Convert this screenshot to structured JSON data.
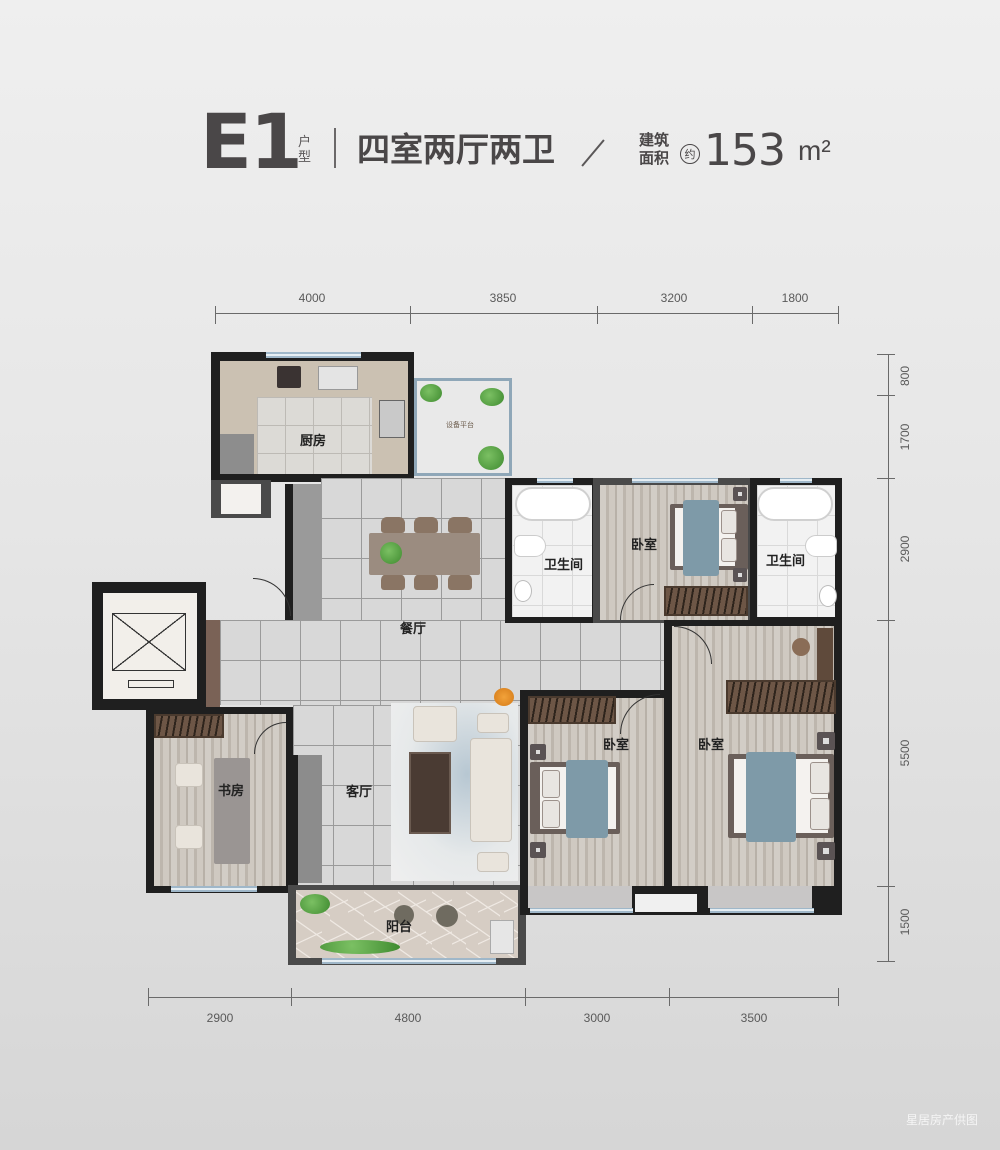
{
  "header": {
    "model": "E1",
    "model_suffix": "户型",
    "layout": "四室两厅两卫",
    "area_label": "建筑面积",
    "approx": "约",
    "area_value": "153",
    "area_unit": "m²"
  },
  "dimensions": {
    "top": [
      "4000",
      "3850",
      "3200",
      "1800"
    ],
    "bottom": [
      "2900",
      "4800",
      "3000",
      "3500"
    ],
    "right": [
      "800",
      "1700",
      "2900",
      "5500",
      "1500"
    ]
  },
  "rooms": {
    "kitchen": "厨房",
    "equipment_platform": "设备平台",
    "dining": "餐厅",
    "living": "客厅",
    "study": "书房",
    "balcony": "阳台",
    "bathroom_1": "卫生间",
    "bathroom_2": "卫生间",
    "bedroom_north": "卧室",
    "bedroom_south_1": "卧室",
    "bedroom_south_2": "卧室"
  },
  "watermark": "星居房产供图",
  "colors": {
    "text_dark": "#4a4748",
    "wall": "#1f1f1f",
    "blanket": "#7e9aa8",
    "background": "#e6e6e6"
  }
}
